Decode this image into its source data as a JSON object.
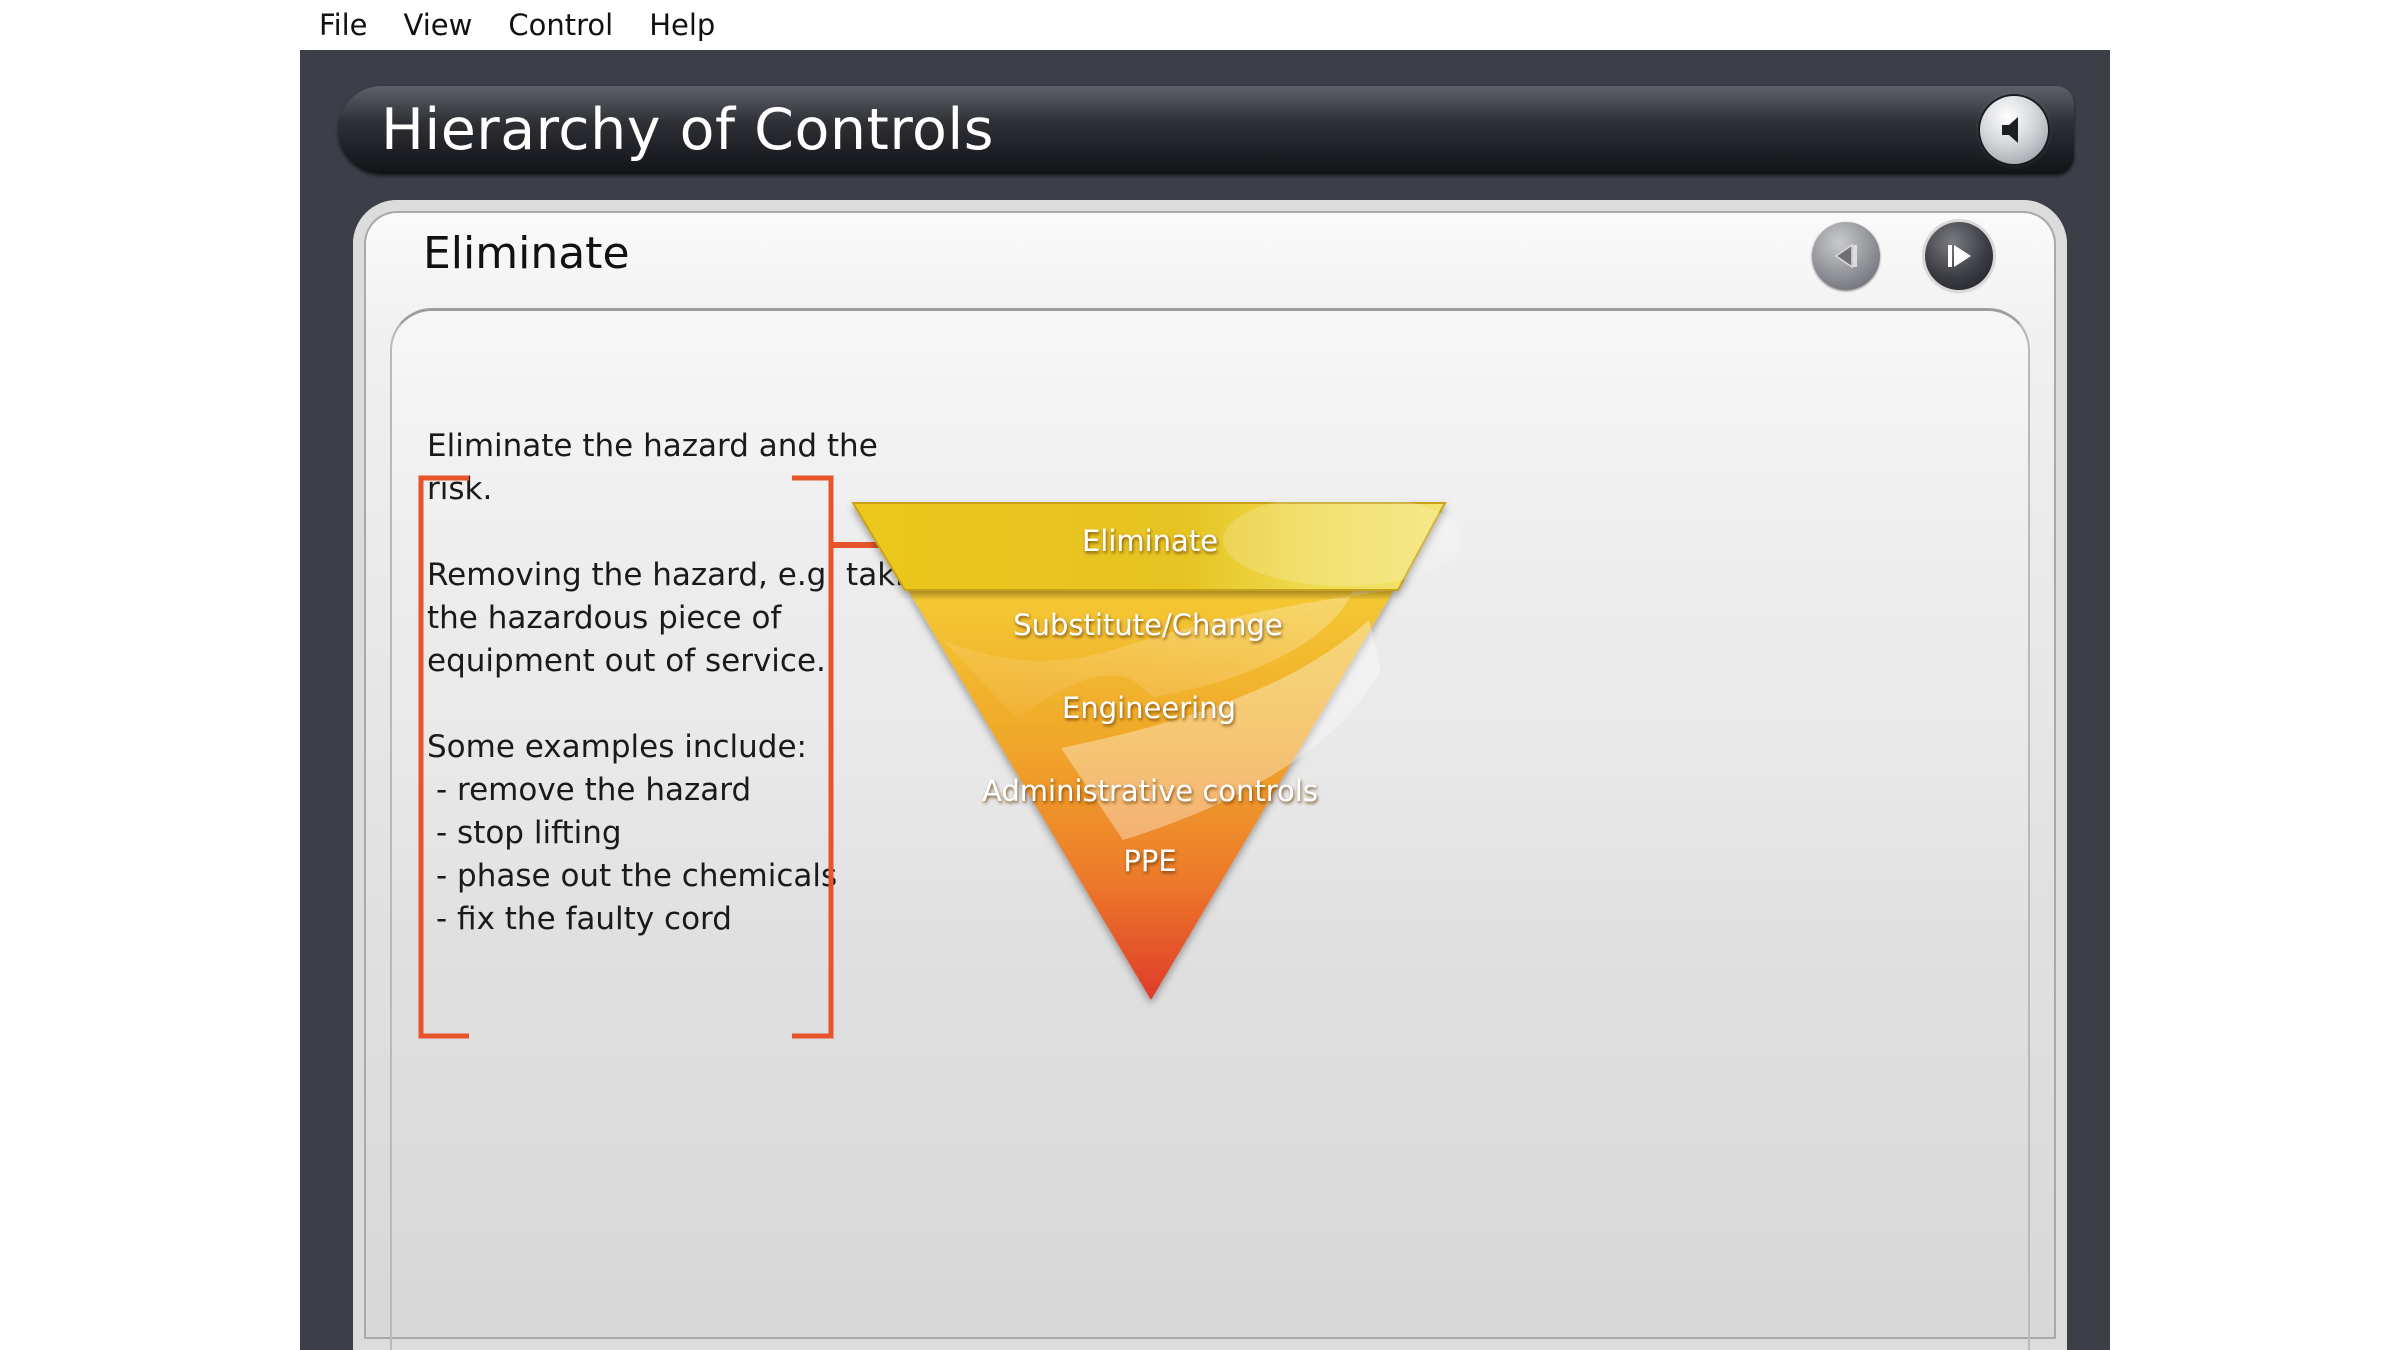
{
  "menu": {
    "items": [
      {
        "label": "File"
      },
      {
        "label": "View"
      },
      {
        "label": "Control"
      },
      {
        "label": "Help"
      }
    ]
  },
  "header": {
    "title": "Hierarchy of Controls",
    "audio_icon": "speaker-icon"
  },
  "slide": {
    "title": "Eliminate",
    "prev_icon": "previous-icon",
    "next_icon": "next-icon"
  },
  "description": {
    "line1": "Eliminate the hazard and the risk.",
    "para2": "Removing the hazard, e.g. taking the hazardous piece of equipment out of service.",
    "examples_heading": "Some examples include:",
    "examples": [
      " - remove the hazard",
      " - stop lifting",
      " - phase out the chemicals",
      " - fix the faulty cord"
    ]
  },
  "pyramid": {
    "levels": [
      {
        "label": "Eliminate"
      },
      {
        "label": "Substitute/Change"
      },
      {
        "label": "Engineering"
      },
      {
        "label": "Administrative controls"
      },
      {
        "label": "PPE"
      }
    ],
    "highlighted": "Eliminate",
    "accent_color": "#e8542a"
  }
}
